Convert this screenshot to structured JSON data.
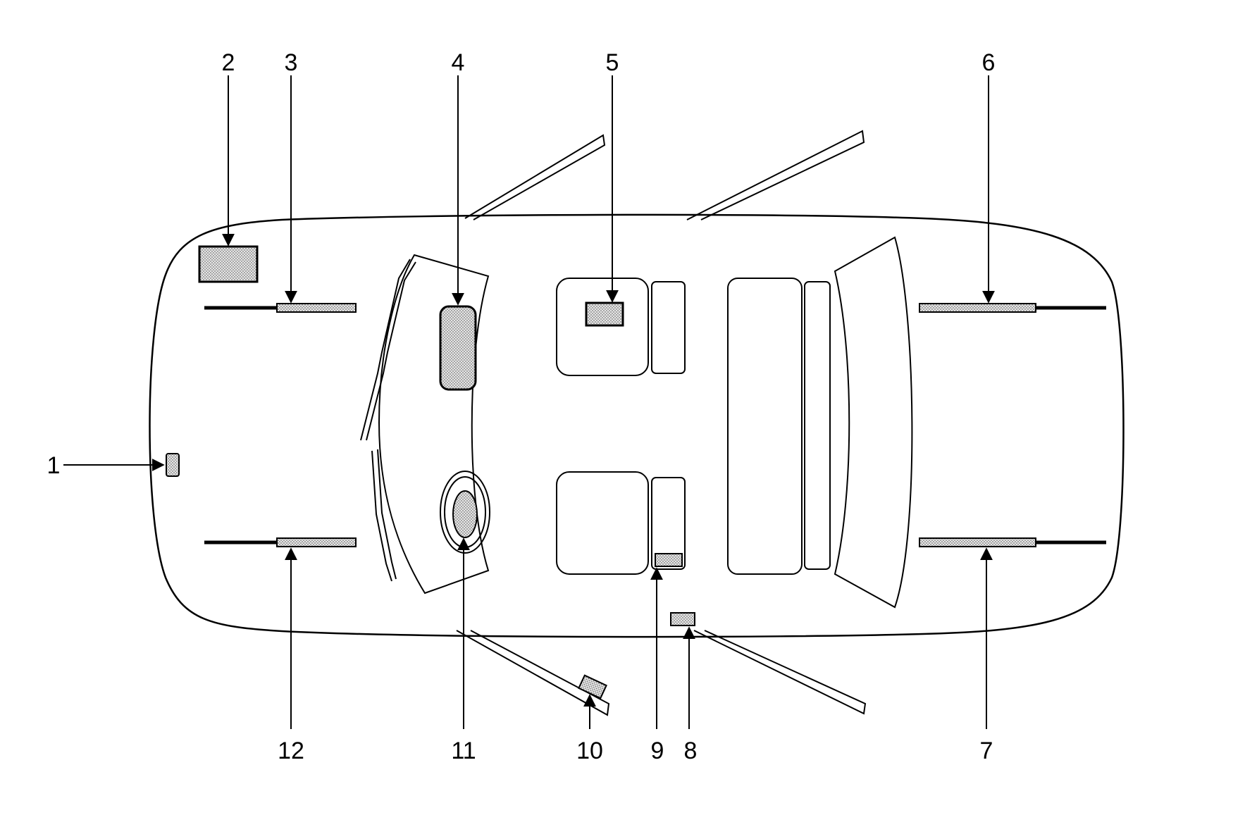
{
  "diagram": {
    "callouts": [
      {
        "number": "1"
      },
      {
        "number": "2"
      },
      {
        "number": "3"
      },
      {
        "number": "4"
      },
      {
        "number": "5"
      },
      {
        "number": "6"
      },
      {
        "number": "7"
      },
      {
        "number": "8"
      },
      {
        "number": "9"
      },
      {
        "number": "10"
      },
      {
        "number": "11"
      },
      {
        "number": "12"
      }
    ],
    "colors": {
      "line": "#000000",
      "component_fill": "#d9d9d9",
      "background": "#ffffff"
    }
  }
}
